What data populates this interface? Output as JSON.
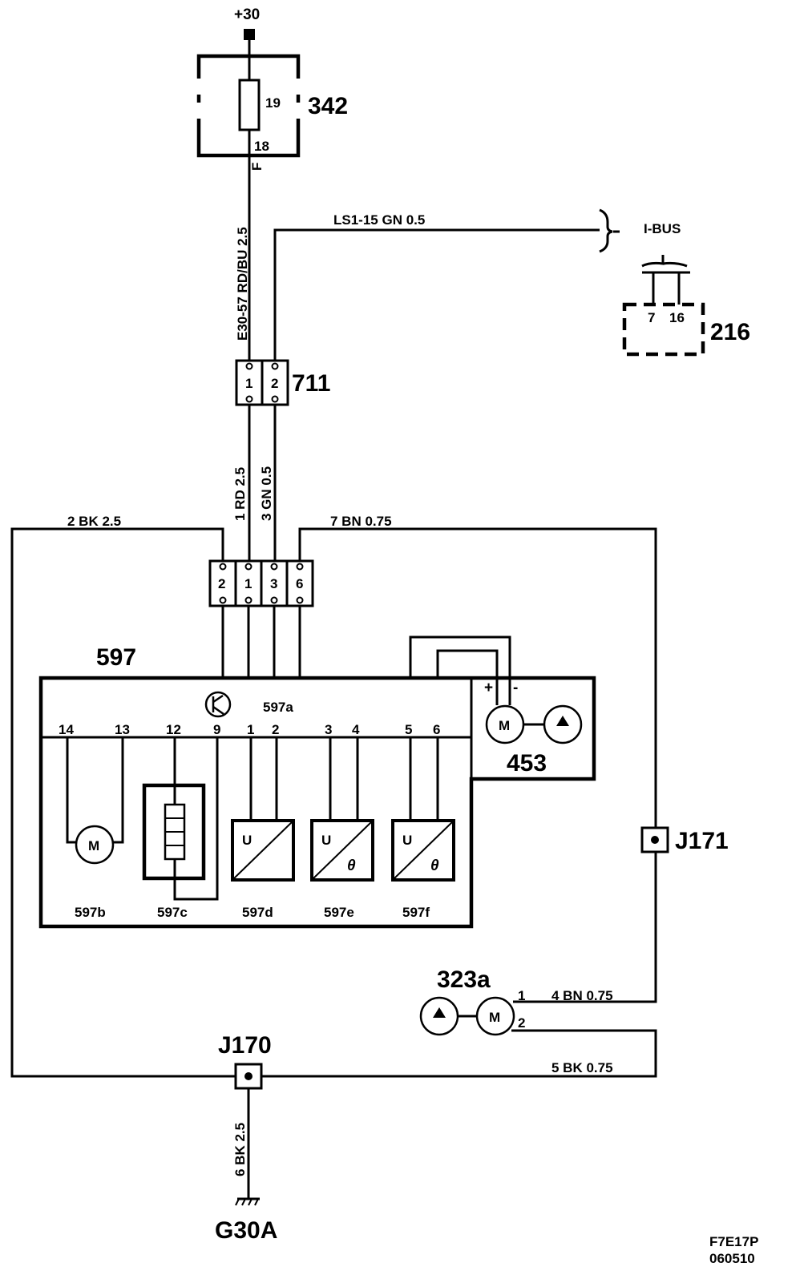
{
  "supply": {
    "label": "+30"
  },
  "fuse": {
    "id": "342",
    "number": "19",
    "pin": "18",
    "pin_letter": "F"
  },
  "wires": {
    "supply_main": "E30-57  RD/BU  2.5",
    "ls1": "LS1-15  GN   0.5",
    "rd": "1   RD   2.5",
    "gn": "3   GN   0.5",
    "bk_left": "2  BK  2.5",
    "bn_top": "7  BN  0.75",
    "bn_pump": "4  BN  0.75",
    "bk_pump": "5  BK  0.75",
    "ground": "6  BK  2.5"
  },
  "ibus": {
    "label": "I-BUS"
  },
  "module216": {
    "id": "216",
    "pin_a": "7",
    "pin_b": "16"
  },
  "conn711": {
    "id": "711",
    "pin_a": "1",
    "pin_b": "2"
  },
  "conn597": {
    "pins": [
      "2",
      "1",
      "3",
      "6"
    ]
  },
  "ecu": {
    "id": "597",
    "sub_a": "597a",
    "pins": [
      "14",
      "13",
      "12",
      "9",
      "1",
      "2",
      "3",
      "4",
      "5",
      "6"
    ],
    "blocks": [
      "597b",
      "597c",
      "597d",
      "597e",
      "597f"
    ],
    "motor": "M",
    "u_symbol": "U",
    "theta": "θ"
  },
  "unit453": {
    "id": "453",
    "plus": "+",
    "minus": "-",
    "motor": "M"
  },
  "junction171": {
    "id": "J171"
  },
  "pump323a": {
    "id": "323a",
    "motor": "M",
    "pin1": "1",
    "pin2": "2"
  },
  "junction170": {
    "id": "J170"
  },
  "ground": {
    "id": "G30A"
  },
  "footer": {
    "code": "F7E17P",
    "date": "060510"
  }
}
